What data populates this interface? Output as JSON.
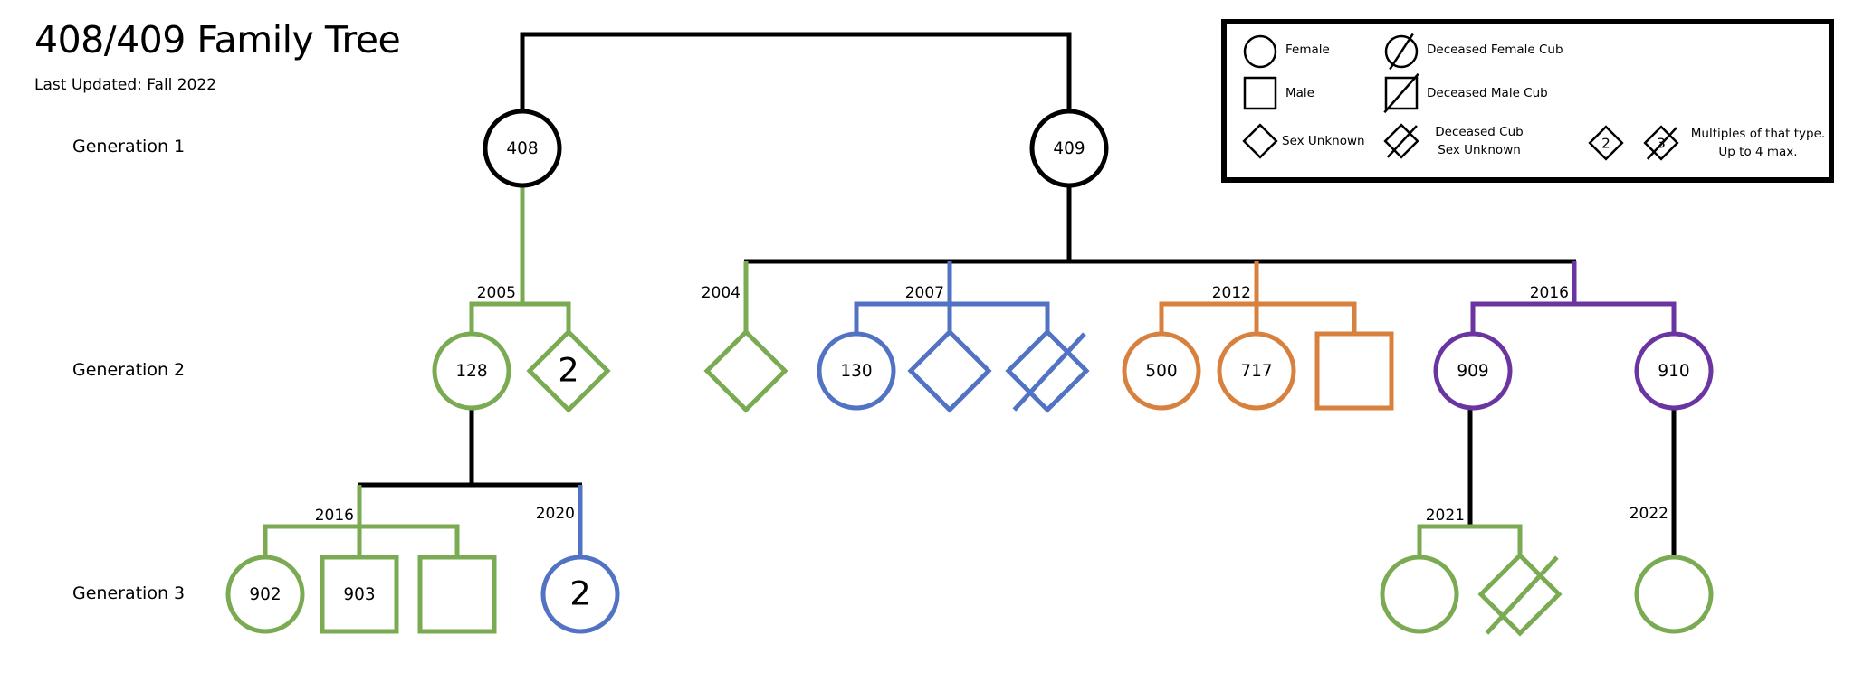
{
  "header": {
    "title": "408/409 Family Tree",
    "last_updated": "Last Updated: Fall 2022"
  },
  "generations": [
    {
      "label": "Generation 1"
    },
    {
      "label": "Generation 2"
    },
    {
      "label": "Generation 3"
    }
  ],
  "colors": {
    "black": "#000000",
    "green": "#7AAB52",
    "blue": "#5273C3",
    "orange": "#D8813F",
    "purple": "#6A35A0"
  },
  "founders": [
    {
      "id": "408",
      "sex": "female",
      "color": "black"
    },
    {
      "id": "409",
      "sex": "female",
      "color": "black"
    }
  ],
  "litters": [
    {
      "year": "2005",
      "mother": "408",
      "color": "green",
      "cubs": [
        {
          "id": "128",
          "sex": "female",
          "deceased": false
        },
        {
          "id": "",
          "sex": "unknown",
          "deceased": false,
          "multiple": "2"
        }
      ]
    },
    {
      "year": "2004",
      "mother": "409",
      "color": "green",
      "cubs": [
        {
          "id": "",
          "sex": "unknown",
          "deceased": false
        }
      ]
    },
    {
      "year": "2007",
      "mother": "409",
      "color": "blue",
      "cubs": [
        {
          "id": "130",
          "sex": "female",
          "deceased": false
        },
        {
          "id": "",
          "sex": "unknown",
          "deceased": false
        },
        {
          "id": "",
          "sex": "unknown",
          "deceased": true
        }
      ]
    },
    {
      "year": "2012",
      "mother": "409",
      "color": "orange",
      "cubs": [
        {
          "id": "500",
          "sex": "female",
          "deceased": false
        },
        {
          "id": "717",
          "sex": "female",
          "deceased": false
        },
        {
          "id": "",
          "sex": "male",
          "deceased": false
        }
      ]
    },
    {
      "year": "2016",
      "mother": "409",
      "color": "purple",
      "cubs": [
        {
          "id": "909",
          "sex": "female",
          "deceased": false
        },
        {
          "id": "910",
          "sex": "female",
          "deceased": false
        }
      ]
    },
    {
      "year": "2016",
      "mother": "128",
      "color": "green",
      "cubs": [
        {
          "id": "902",
          "sex": "female",
          "deceased": false
        },
        {
          "id": "903",
          "sex": "male",
          "deceased": false
        },
        {
          "id": "",
          "sex": "male",
          "deceased": false
        }
      ]
    },
    {
      "year": "2020",
      "mother": "128",
      "color": "blue",
      "cubs": [
        {
          "id": "",
          "sex": "female",
          "deceased": false,
          "multiple": "2"
        }
      ]
    },
    {
      "year": "2021",
      "mother": "909",
      "color": "green",
      "cubs": [
        {
          "id": "",
          "sex": "female",
          "deceased": false
        },
        {
          "id": "",
          "sex": "unknown",
          "deceased": true
        }
      ]
    },
    {
      "year": "2022",
      "mother": "910",
      "color": "green",
      "cubs": [
        {
          "id": "",
          "sex": "female",
          "deceased": false
        }
      ]
    }
  ],
  "legend": {
    "items": [
      {
        "symbol": "female",
        "label": "Female"
      },
      {
        "symbol": "male",
        "label": "Male"
      },
      {
        "symbol": "unknown",
        "label": "Sex Unknown"
      },
      {
        "symbol": "deceased-female",
        "label": "Deceased Female Cub"
      },
      {
        "symbol": "deceased-male",
        "label": "Deceased Male Cub"
      },
      {
        "symbol": "deceased-unknown",
        "label_line1": "Deceased Cub",
        "label_line2": "Sex Unknown"
      }
    ],
    "multiples": {
      "example_1": "2",
      "example_2": "3",
      "label_line1": "Multiples of that type.",
      "label_line2": "Up to 4 max."
    }
  }
}
